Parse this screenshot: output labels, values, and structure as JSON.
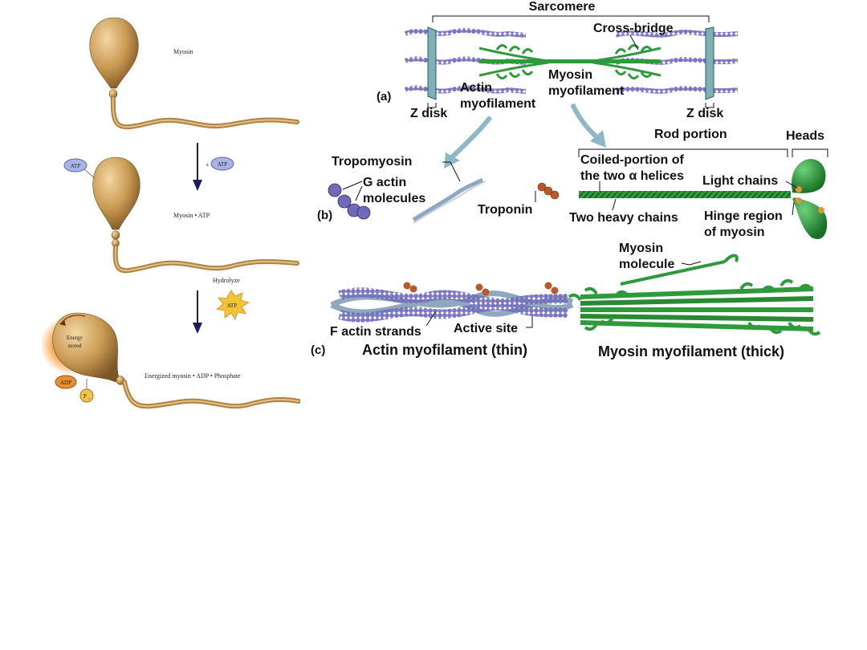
{
  "left_panel": {
    "labels": {
      "myosin": "Myosin",
      "myosin_atp": "Myosin • ATP",
      "energized": "Energized myosin • ADP • Phosphate",
      "hydrolyze": "Hydrolyze",
      "plus": "+",
      "energy_line1": "Energy",
      "energy_line2": "stored"
    },
    "badges": {
      "atp": "ATP",
      "adp": "ADP",
      "pi": "P",
      "pi_sub": "i"
    }
  },
  "right_panel": {
    "a": {
      "tag": "(a)",
      "sarcomere": "Sarcomere",
      "cross_bridge": "Cross-bridge",
      "actin_1": "Actin",
      "actin_2": "myofilament",
      "myosin_1": "Myosin",
      "myosin_2": "myofilament",
      "zdisk_left": "Z disk",
      "zdisk_right": "Z disk"
    },
    "b": {
      "tag": "(b)",
      "tropomyosin": "Tropomyosin",
      "gactin_1": "G actin",
      "gactin_2": "molecules",
      "troponin": "Troponin",
      "rod": "Rod portion",
      "heads": "Heads",
      "coiled_1": "Coiled-portion of",
      "coiled_2": "the two α helices",
      "light": "Light chains",
      "heavy": "Two heavy chains",
      "hinge_1": "Hinge region",
      "hinge_2": "of myosin",
      "molecule_1": "Myosin",
      "molecule_2": "molecule"
    },
    "c": {
      "tag": "(c)",
      "factin": "F actin strands",
      "active": "Active site",
      "thin": "Actin myofilament (thin)",
      "thick": "Myosin myofilament (thick)"
    }
  },
  "colors": {
    "myosin_gold": "#c99a52",
    "actin_purple": "#6e6ab8",
    "myosin_green": "#2f9a3b",
    "arrow_teal": "#8fb8c6",
    "atp_blue": "#aab3e6",
    "adp_orange": "#e8902e",
    "energy_glow": "#f7a650",
    "arrow_navy": "#1a1f5a"
  }
}
